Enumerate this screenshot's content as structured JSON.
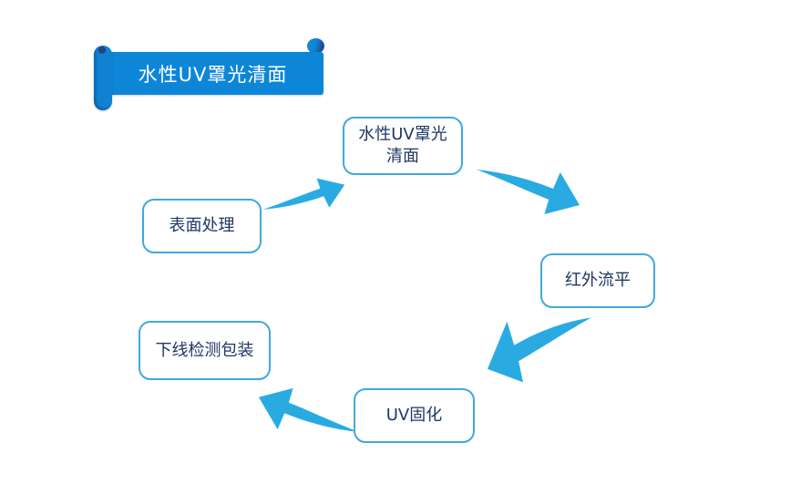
{
  "diagram": {
    "banner": {
      "label": "水性UV罩光清面",
      "fill": "#0d86d8",
      "text_color": "#ffffff"
    },
    "nodes": [
      {
        "id": "uv-topcoat",
        "lines": [
          "水性UV罩光",
          "清面"
        ]
      },
      {
        "id": "surface-treatment",
        "lines": [
          "表面处理"
        ]
      },
      {
        "id": "ir-leveling",
        "lines": [
          "红外流平"
        ]
      },
      {
        "id": "offline-inspection-packaging",
        "lines": [
          "下线检测包装"
        ]
      },
      {
        "id": "uv-curing",
        "lines": [
          "UV固化"
        ]
      }
    ],
    "edges": [
      {
        "from": "表面处理",
        "to": "水性UV罩光清面"
      },
      {
        "from": "水性UV罩光清面",
        "to": "红外流平"
      },
      {
        "from": "红外流平",
        "to": "UV固化"
      },
      {
        "from": "UV固化",
        "to": "下线检测包装"
      }
    ],
    "colors": {
      "arrow": "#29abe2",
      "node_border": "#41a8dc",
      "node_text": "#1f3864",
      "banner_fill": "#0d86d8",
      "banner_accent_dark": "#214f93"
    }
  }
}
